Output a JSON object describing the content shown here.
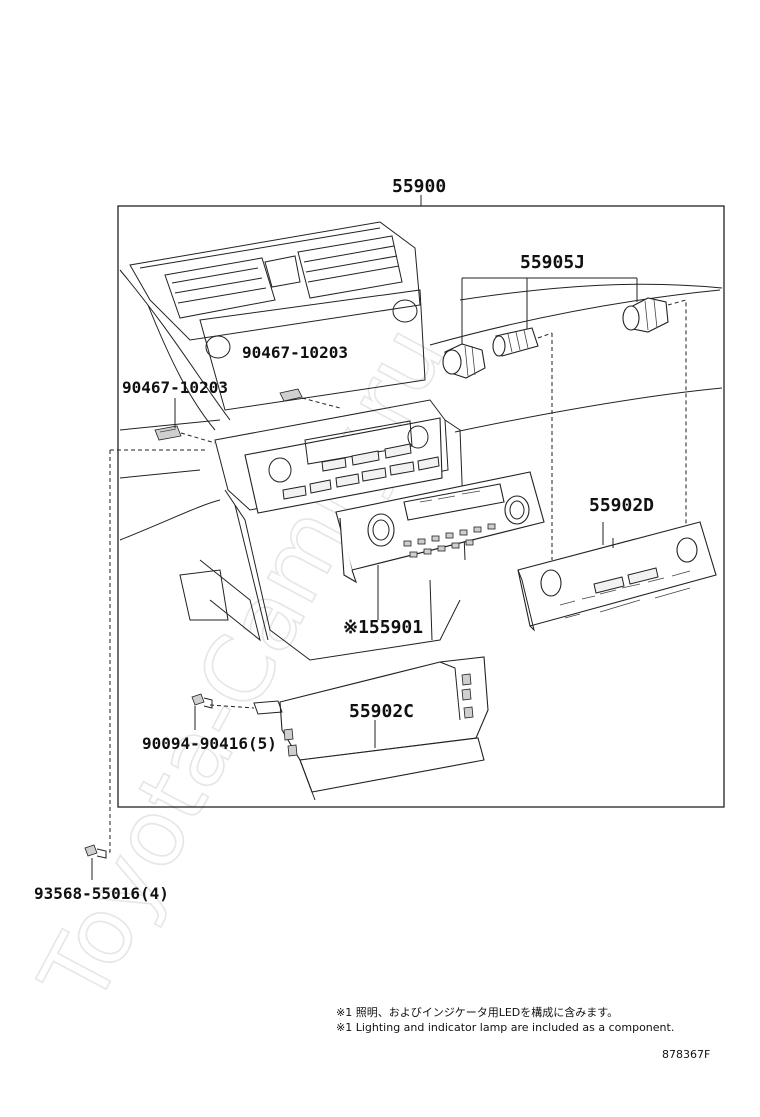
{
  "watermark": "Toyota-Camry.ru",
  "parts": {
    "assembly": "55900",
    "knob": "55905J",
    "clip_upper": "90467-10203",
    "clip_left": "90467-10203",
    "panel_rear": "55902D",
    "control_unit": "※155901",
    "lower_cover": "55902C",
    "screw_small": "90094-90416(5)",
    "screw_outer": "93568-55016(4)"
  },
  "notes": {
    "jp": "※1 照明、およびインジケータ用LEDを構成に含みます。",
    "en": "※1 Lighting and indicator lamp are included as a component."
  },
  "figure_id": "878367F"
}
